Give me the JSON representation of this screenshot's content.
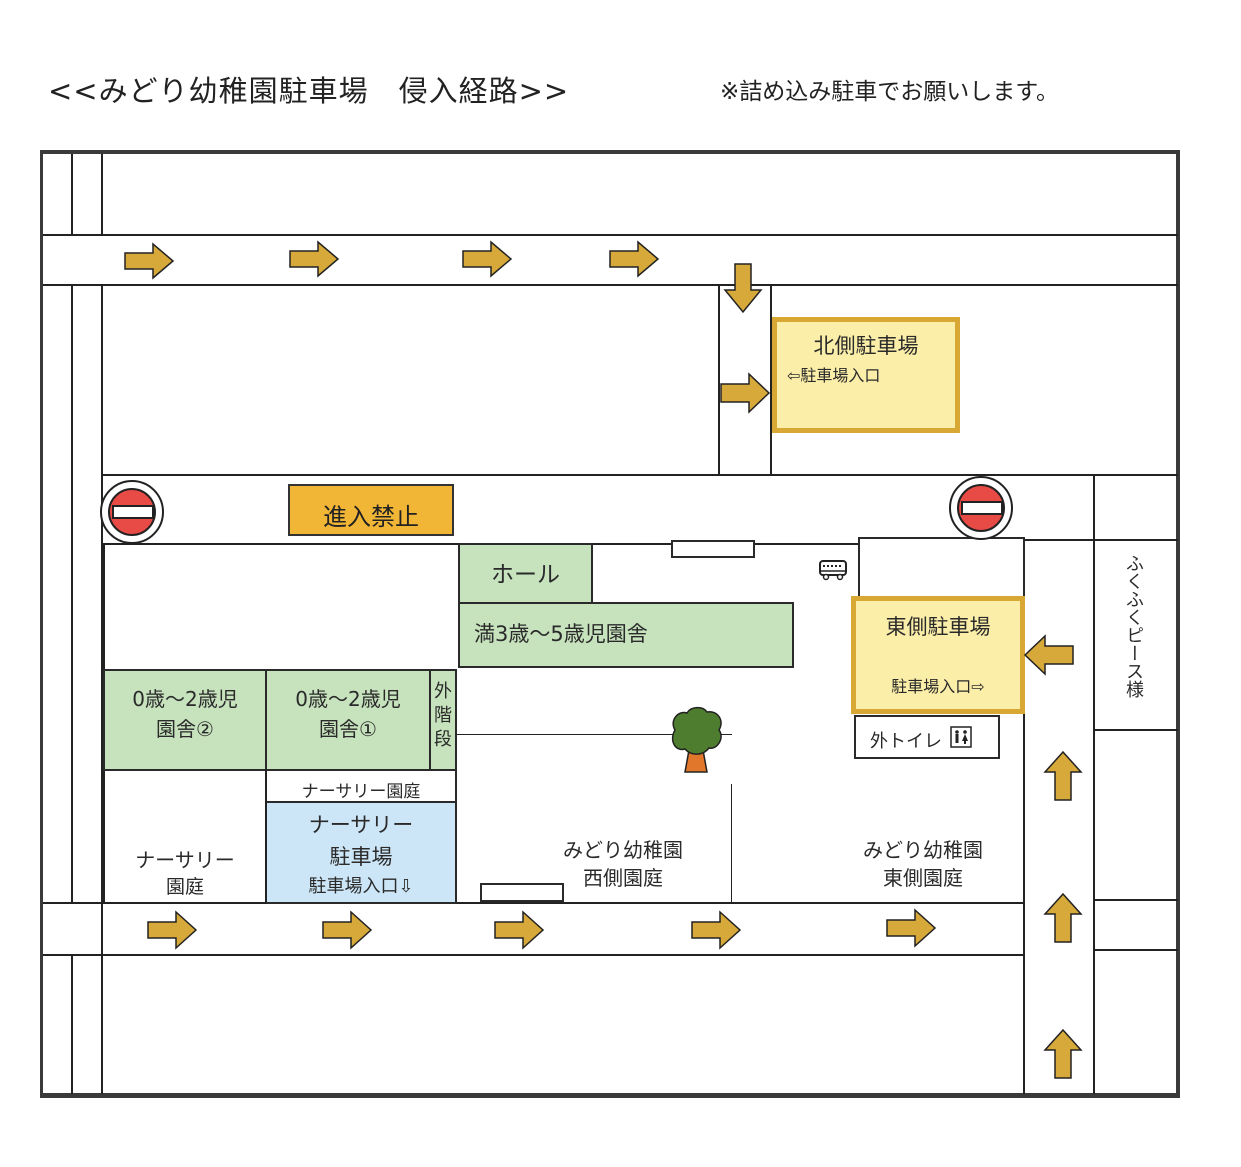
{
  "header": {
    "title": "<<みどり幼稚園駐車場　侵入経路>>",
    "note": "※詰め込み駐車でお願いします。"
  },
  "map": {
    "no_entry_sign": "進入禁止",
    "parking": {
      "north": {
        "name": "北側駐車場",
        "entrance": "⇦駐車場入口"
      },
      "east": {
        "name": "東側駐車場",
        "entrance": "駐車場入口⇨"
      },
      "nursery": {
        "name_line1": "ナーサリー",
        "name_line2": "駐車場",
        "entrance": "駐車場入口⇩"
      }
    },
    "buildings": {
      "hall": "ホール",
      "building_3_5": "満3歳〜5歳児園舎",
      "building_0_2_no2_line1": "0歳〜2歳児",
      "building_0_2_no2_line2": "園舎②",
      "building_0_2_no1_line1": "0歳〜2歳児",
      "building_0_2_no1_line2": "園舎①",
      "outer_stairs": [
        "外",
        "階",
        "段"
      ],
      "outdoor_toilet": "外トイレ"
    },
    "areas": {
      "nursery_yard_small": "ナーサリー園庭",
      "nursery_yard_line1": "ナーサリー",
      "nursery_yard_line2": "園庭",
      "west_yard_line1": "みどり幼稚園",
      "west_yard_line2": "西側園庭",
      "east_yard_line1": "みどり幼稚園",
      "east_yard_line2": "東側園庭",
      "neighbor": "ふくふくピース様"
    },
    "icons": [
      "arrow-right",
      "arrow-down",
      "arrow-left",
      "arrow-up",
      "no-entry-sign",
      "bus-icon",
      "tree-icon",
      "restroom-icon"
    ],
    "colors": {
      "arrow": "#d6a93a",
      "building_green": "#c7e3bd",
      "parking_yellow": "#fbeea8",
      "parking_border": "#d9a733",
      "nursery_parking_blue": "#cde6f7",
      "no_entry_red": "#e84a45",
      "banner": "#f2b636"
    }
  }
}
